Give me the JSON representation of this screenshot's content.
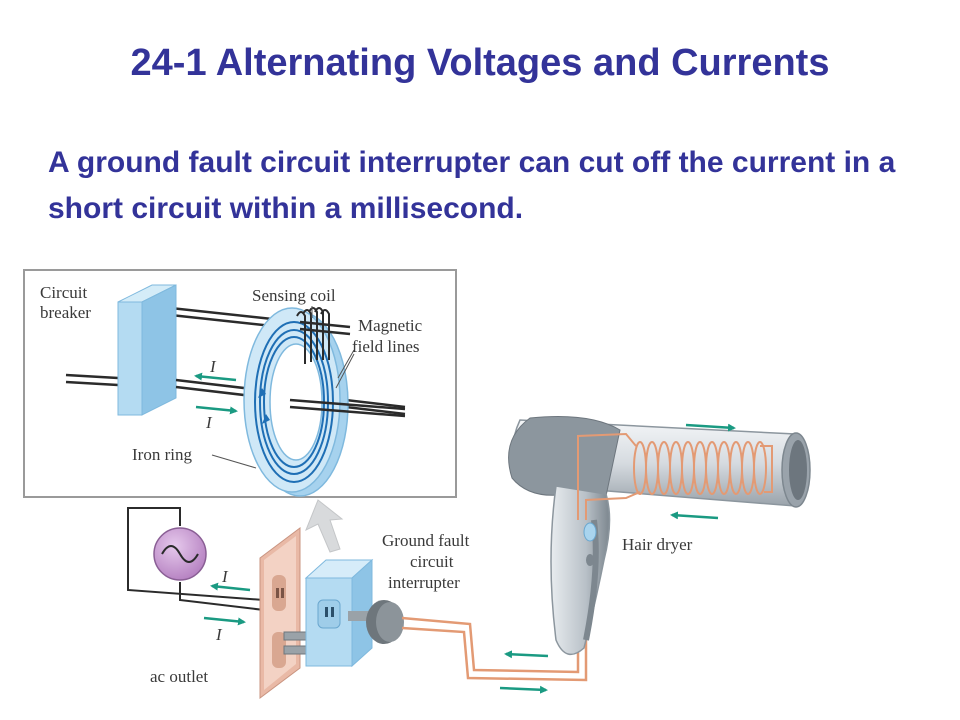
{
  "title": "24-1 Alternating Voltages and Currents",
  "subtitle": "A ground fault circuit interrupter can cut off the current in a short circuit within a millisecond.",
  "diagram": {
    "labels": {
      "circuit_breaker_line1": "Circuit",
      "circuit_breaker_line2": "breaker",
      "sensing_coil": "Sensing coil",
      "magnetic_line1": "Magnetic",
      "magnetic_line2": "field lines",
      "current_symbol": "I",
      "iron_ring": "Iron ring",
      "gfci_line1": "Ground fault",
      "gfci_line2": "circuit",
      "gfci_line3": "interrupter",
      "hair_dryer": "Hair dryer",
      "ac_outlet": "ac outlet"
    },
    "colors": {
      "heading": "#333399",
      "arrow": "#1a9a82",
      "breaker_blue": "#a9d4ee",
      "ring_blue": "#bfe1f4",
      "copper": "#e39a74",
      "outlet": "#eec4b3",
      "source": "#c79ad0",
      "dryer_gray": "#8c969e"
    }
  }
}
